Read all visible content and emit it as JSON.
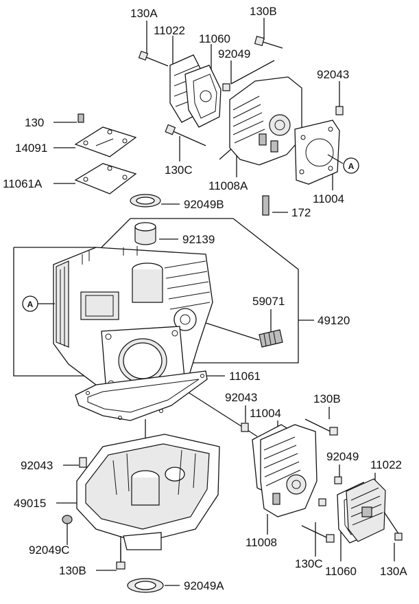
{
  "labels": {
    "top_130A": "130A",
    "top_11022": "11022",
    "top_11060": "11060",
    "top_130B": "130B",
    "top_92049": "92049",
    "top_92043": "92043",
    "l_130": "130",
    "l_14091": "14091",
    "l_11061A": "11061A",
    "top_130C": "130C",
    "top_11008A": "11008A",
    "top_11004": "11004",
    "l_92049B": "92049B",
    "l_172": "172",
    "l_92139": "92139",
    "l_59071": "59071",
    "l_49120": "49120",
    "l_11061": "11061",
    "bot_92043": "92043",
    "bot_11004": "11004",
    "bot_130B": "130B",
    "bot_92049": "92049",
    "bot_11022": "11022",
    "l_92043_left": "92043",
    "l_49015": "49015",
    "l_92049C": "92049C",
    "l_130B_left": "130B",
    "bot_11008": "11008",
    "bot_130C": "130C",
    "bot_11060": "11060",
    "bot_130A": "130A",
    "l_92049A": "92049A"
  },
  "callouts": {
    "a_right": "A",
    "a_left": "A"
  }
}
